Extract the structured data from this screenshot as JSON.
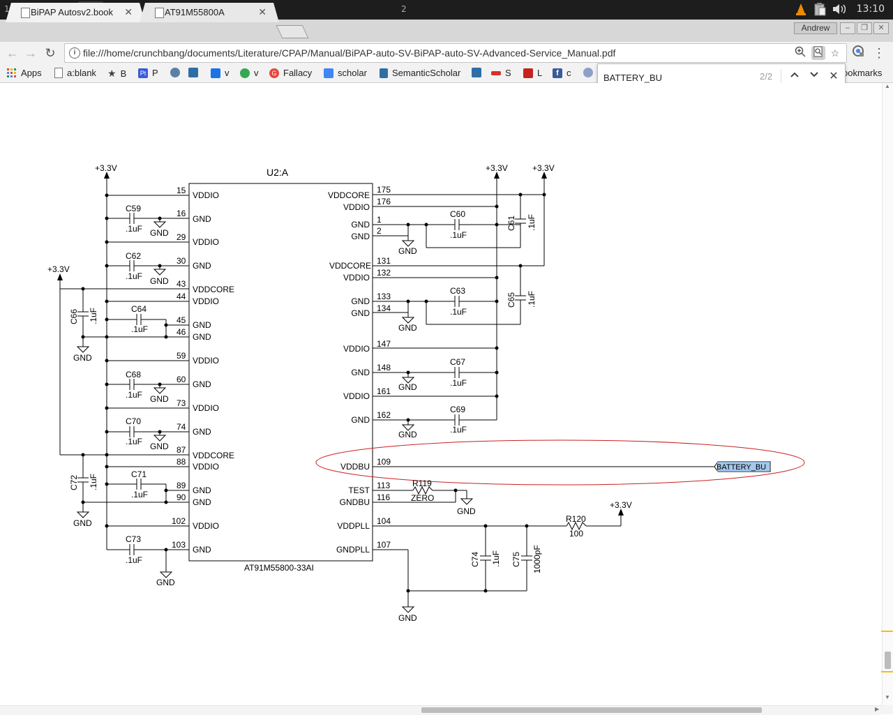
{
  "taskbar": {
    "workspace_left": "1",
    "workspace_center": "2",
    "clock": "13:10"
  },
  "browser": {
    "tabs": [
      {
        "title": "BiPAP Autosv2.book",
        "close": "✕"
      },
      {
        "title": "AT91M55800A",
        "close": "✕"
      }
    ],
    "user": "Andrew",
    "url": "file:///home/crunchbang/documents/Literature/CPAP/Manual/BiPAP-auto-SV-BiPAP-auto-SV-Advanced-Service_Manual.pdf",
    "bookmarks": [
      {
        "label": "Apps",
        "color": "#e04a3f"
      },
      {
        "label": "a:blank",
        "color": "#ffffff"
      },
      {
        "label": "B",
        "color": "#444444"
      },
      {
        "label": "P",
        "color": "#3b5bdb"
      },
      {
        "label": "",
        "color": "#5b7fa8"
      },
      {
        "label": "v",
        "color": "#1a73e8"
      },
      {
        "label": "v",
        "color": "#34a853"
      },
      {
        "label": "Fallacy",
        "color": "#e8453c"
      },
      {
        "label": "scholar",
        "color": "#4285f4"
      },
      {
        "label": "SemanticScholar",
        "color": "#2e6ea6"
      },
      {
        "label": "S",
        "color": "#d93025"
      },
      {
        "label": "L",
        "color": "#c5221f"
      },
      {
        "label": "c",
        "color": "#3b5998"
      }
    ],
    "bookmarks_overflow": "ookmarks",
    "find": {
      "query": "BATTERY_BU",
      "count": "2/2"
    }
  },
  "schematic": {
    "title": "U2:A",
    "part": "AT91M55800-33AI",
    "power_labels": [
      "+3.3V",
      "+3.3V",
      "+3.3V",
      "+3.3V",
      "+3.3V"
    ],
    "gnd_label": "GND",
    "net_label": "BATTERY_BU",
    "left_pins": [
      {
        "num": "15",
        "name": "VDDIO"
      },
      {
        "num": "16",
        "name": "GND"
      },
      {
        "num": "29",
        "name": "VDDIO"
      },
      {
        "num": "30",
        "name": "GND"
      },
      {
        "num": "43",
        "name": "VDDCORE"
      },
      {
        "num": "44",
        "name": "VDDIO"
      },
      {
        "num": "45",
        "name": "GND"
      },
      {
        "num": "46",
        "name": "GND"
      },
      {
        "num": "59",
        "name": "VDDIO"
      },
      {
        "num": "60",
        "name": "GND"
      },
      {
        "num": "73",
        "name": "VDDIO"
      },
      {
        "num": "74",
        "name": "GND"
      },
      {
        "num": "87",
        "name": "VDDCORE"
      },
      {
        "num": "88",
        "name": "VDDIO"
      },
      {
        "num": "89",
        "name": "GND"
      },
      {
        "num": "90",
        "name": "GND"
      },
      {
        "num": "102",
        "name": "VDDIO"
      },
      {
        "num": "103",
        "name": "GND"
      }
    ],
    "right_pins": [
      {
        "num": "175",
        "name": "VDDCORE"
      },
      {
        "num": "176",
        "name": "VDDIO"
      },
      {
        "num": "1",
        "name": "GND"
      },
      {
        "num": "2",
        "name": "GND"
      },
      {
        "num": "131",
        "name": "VDDCORE"
      },
      {
        "num": "132",
        "name": "VDDIO"
      },
      {
        "num": "133",
        "name": "GND"
      },
      {
        "num": "134",
        "name": "GND"
      },
      {
        "num": "147",
        "name": "VDDIO"
      },
      {
        "num": "148",
        "name": "GND"
      },
      {
        "num": "161",
        "name": "VDDIO"
      },
      {
        "num": "162",
        "name": "GND"
      },
      {
        "num": "109",
        "name": "VDDBU"
      },
      {
        "num": "113",
        "name": "TEST"
      },
      {
        "num": "116",
        "name": "GNDBU"
      },
      {
        "num": "104",
        "name": "VDDPLL"
      },
      {
        "num": "107",
        "name": "GNDPLL"
      }
    ],
    "caps": [
      {
        "ref": "C59",
        "val": ".1uF"
      },
      {
        "ref": "C62",
        "val": ".1uF"
      },
      {
        "ref": "C64",
        "val": ".1uF"
      },
      {
        "ref": "C66",
        "val": ".1uF"
      },
      {
        "ref": "C68",
        "val": ".1uF"
      },
      {
        "ref": "C70",
        "val": ".1uF"
      },
      {
        "ref": "C71",
        "val": ".1uF"
      },
      {
        "ref": "C72",
        "val": ".1uF"
      },
      {
        "ref": "C73",
        "val": ".1uF"
      },
      {
        "ref": "C60",
        "val": ".1uF"
      },
      {
        "ref": "C61",
        "val": ".1uF"
      },
      {
        "ref": "C63",
        "val": ".1uF"
      },
      {
        "ref": "C65",
        "val": ".1uF"
      },
      {
        "ref": "C67",
        "val": ".1uF"
      },
      {
        "ref": "C69",
        "val": ".1uF"
      },
      {
        "ref": "C74",
        "val": ".1uF"
      },
      {
        "ref": "C75",
        "val": "1000pF"
      }
    ],
    "resistors": [
      {
        "ref": "R119",
        "val": "ZERO"
      },
      {
        "ref": "R120",
        "val": "100"
      }
    ],
    "highlight_color": "#c82020"
  }
}
